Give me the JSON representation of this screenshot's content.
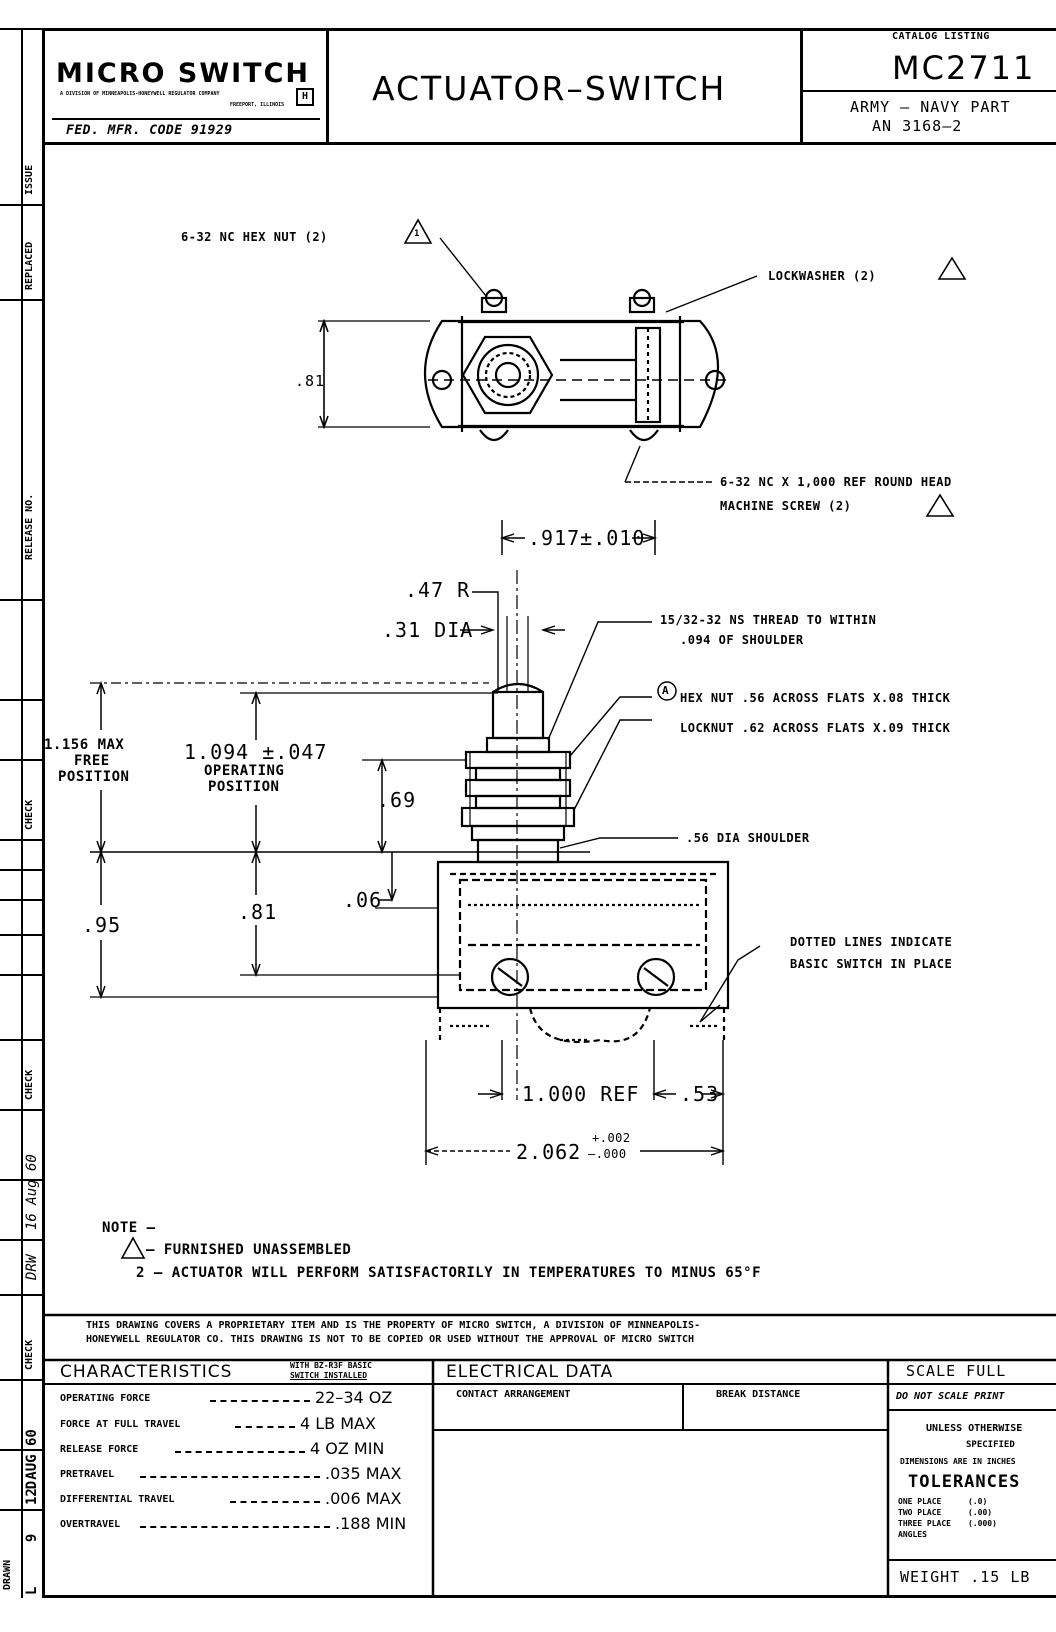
{
  "title_block": {
    "company": "MICRO SWITCH",
    "company_sub": "A DIVISION OF MINNEAPOLIS-HONEYWELL REGULATOR COMPANY",
    "company_city": "FREEPORT, ILLINOIS",
    "fed_code": "FED. MFR. CODE 91929",
    "drawing_title": "ACTUATOR–SWITCH",
    "catalog_label": "CATALOG LISTING",
    "catalog_number": "MC2711",
    "army_navy_label": "ARMY – NAVY PART",
    "army_navy_number": "AN 3168–2"
  },
  "side_strip": {
    "issue": "ISSUE",
    "replaced": "REPLACED",
    "release_no": "RELEASE NO.",
    "check": "CHECK",
    "check2": "CHECK",
    "check3": "CHECK",
    "drawn": "DRAWN",
    "drawn_by": "DRW",
    "date_hand": "16 Aug 60",
    "date_printed": "12 AUG 60",
    "letters": "L 9 D"
  },
  "callouts": {
    "hex_nut": "6-32 NC HEX NUT (2)",
    "lockwasher": "LOCKWASHER (2)",
    "screw_1": "6-32 NC X 1,000 REF ROUND HEAD",
    "screw_2": "MACHINE SCREW (2)",
    "thread_1": "15/32-32 NS THREAD TO WITHIN",
    "thread_2": ".094 OF SHOULDER",
    "hex_nut2": "HEX NUT .56 ACROSS FLATS X.08 THICK",
    "locknut": "LOCKNUT .62 ACROSS FLATS X.09 THICK",
    "shoulder": ".56 DIA SHOULDER",
    "dotted_1": "DOTTED LINES INDICATE",
    "dotted_2": "BASIC SWITCH IN PLACE",
    "flag_a": "A",
    "flag_1": "1"
  },
  "dimensions": {
    "d81_top": ".81",
    "d917": ".917±.010",
    "d47r": ".47 R",
    "d31": ".31 DIA",
    "free_val": "1.156 MAX",
    "free_1": "FREE",
    "free_2": "POSITION",
    "op_val": "1.094 ±.047",
    "op_1": "OPERATING",
    "op_2": "POSITION",
    "d69": ".69",
    "d06": ".06",
    "d81": ".81",
    "d95": ".95",
    "d1000": "1.000 REF",
    "d53": ".53",
    "d2062": "2.062",
    "tol_plus": "+.002",
    "tol_minus": "–.000"
  },
  "notes": {
    "heading": "NOTE –",
    "note1": "– FURNISHED UNASSEMBLED",
    "note2": "2 – ACTUATOR WILL PERFORM SATISFACTORILY IN TEMPERATURES TO MINUS 65°F"
  },
  "proprietary": {
    "line1": "THIS DRAWING COVERS A PROPRIETARY ITEM AND IS THE PROPERTY OF MICRO SWITCH, A DIVISION OF MINNEAPOLIS-",
    "line2": "HONEYWELL REGULATOR CO. THIS DRAWING IS NOT TO BE COPIED OR USED WITHOUT THE APPROVAL OF MICRO SWITCH"
  },
  "characteristics": {
    "heading": "CHARACTERISTICS",
    "heading_note_1": "WITH BZ-R3F BASIC",
    "heading_note_2": "SWITCH INSTALLED",
    "rows": [
      {
        "label": "OPERATING FORCE",
        "value": "22–34 OZ"
      },
      {
        "label": "FORCE AT FULL TRAVEL",
        "value": "4 LB MAX"
      },
      {
        "label": "RELEASE FORCE",
        "value": "4 OZ MIN"
      },
      {
        "label": "PRETRAVEL",
        "value": ".035 MAX"
      },
      {
        "label": "DIFFERENTIAL TRAVEL",
        "value": ".006 MAX"
      },
      {
        "label": "OVERTRAVEL",
        "value": ".188 MIN"
      }
    ]
  },
  "electrical": {
    "heading": "ELECTRICAL DATA",
    "col1": "CONTACT ARRANGEMENT",
    "col2": "BREAK DISTANCE"
  },
  "scale_block": {
    "scale": "SCALE FULL",
    "dont_scale": "DO NOT SCALE PRINT",
    "unless_1": "UNLESS OTHERWISE",
    "unless_2": "SPECIFIED",
    "unless_3": "DIMENSIONS ARE IN INCHES",
    "tolerances": "TOLERANCES",
    "tol_rows": [
      {
        "label": "ONE PLACE",
        "value": "(.0)"
      },
      {
        "label": "TWO PLACE",
        "value": "(.00)"
      },
      {
        "label": "THREE PLACE",
        "value": "(.000)"
      },
      {
        "label": "ANGLES",
        "value": ""
      }
    ],
    "weight": "WEIGHT .15 LB"
  }
}
